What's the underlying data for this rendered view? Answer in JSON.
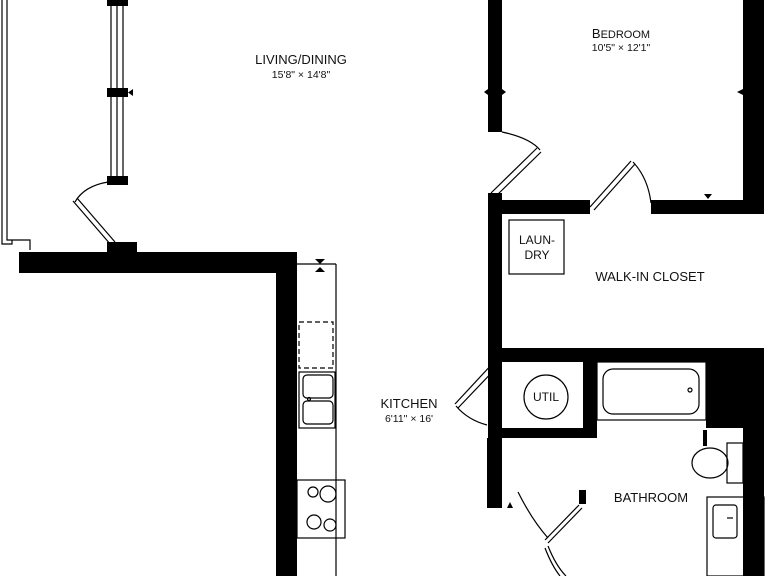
{
  "rooms": {
    "living": {
      "name": "LIVING/DINING",
      "dims": "15'8\" × 14'8\""
    },
    "bedroom": {
      "name_initial": "B",
      "name_rest": "EDROOM",
      "dims": "10'5\" × 12'1\""
    },
    "closet": {
      "name": "WALK-IN CLOSET"
    },
    "kitchen": {
      "name": "KITCHEN",
      "dims": "6'11\" × 16'"
    },
    "bathroom": {
      "name": "BATHROOM"
    }
  },
  "fixtures": {
    "laundry": {
      "line1": "LAUN-",
      "line2": "DRY"
    },
    "utility": {
      "label": "UTIL"
    }
  },
  "colors": {
    "wall": "#000000",
    "background": "#ffffff",
    "line": "#000000"
  }
}
